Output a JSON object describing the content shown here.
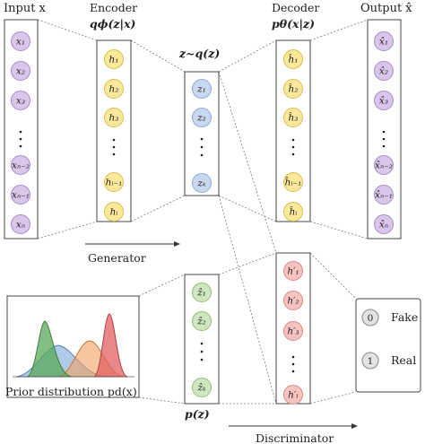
{
  "labels": {
    "input": "Input x",
    "encoder": "Encoder",
    "encoder_formula": "qϕ(z|x)",
    "latent": "z~q(z)",
    "decoder": "Decoder",
    "decoder_formula": "pθ(x|z)",
    "output": "Output x̂",
    "generator": "Generator",
    "prior": "Prior distribution pd(x)",
    "prior_sample": "p(z)",
    "discriminator": "Discriminator",
    "fake": "Fake",
    "real": "Real",
    "fake_digit": "0",
    "real_digit": "1"
  },
  "columns": {
    "input": [
      "x₁",
      "x₂",
      "x₃",
      "xₙ₋₂",
      "xₙ₋₁",
      "xₙ"
    ],
    "encoder": [
      "h₁",
      "h₂",
      "h₃",
      "hᵢ₋₁",
      "hᵢ"
    ],
    "latent": [
      "z₁",
      "z₂",
      "zₖ"
    ],
    "decoder": [
      "ĥ₁",
      "ĥ₂",
      "ĥ₃",
      "ĥᵢ₋₁",
      "ĥᵢ"
    ],
    "output": [
      "x̂₁",
      "x̂₂",
      "x̂₃",
      "x̂ₙ₋₂",
      "x̂ₙ₋₁",
      "x̂ₙ"
    ],
    "prior_latent": [
      "ẑ₁",
      "ẑ₂",
      "ẑₖ"
    ],
    "discriminator": [
      "h′₁",
      "h′₂",
      "h′₃",
      "h′ₗ"
    ]
  },
  "colors": {
    "input_fill": "#d9c6ea",
    "input_stroke": "#a88cc8",
    "encoder_fill": "#fbe89a",
    "encoder_stroke": "#d8bd4a",
    "latent_fill": "#c7d8f0",
    "latent_stroke": "#8fa9d3",
    "output_fill": "#d9c6ea",
    "prior_fill": "#cfe6c1",
    "prior_stroke": "#8fbf78",
    "disc_fill": "#f6c3c0",
    "disc_stroke": "#d98a86",
    "curve_green": "#5aa85a",
    "curve_blue": "#6fa0d6",
    "curve_orange": "#f0a060",
    "curve_red": "#e06060"
  }
}
